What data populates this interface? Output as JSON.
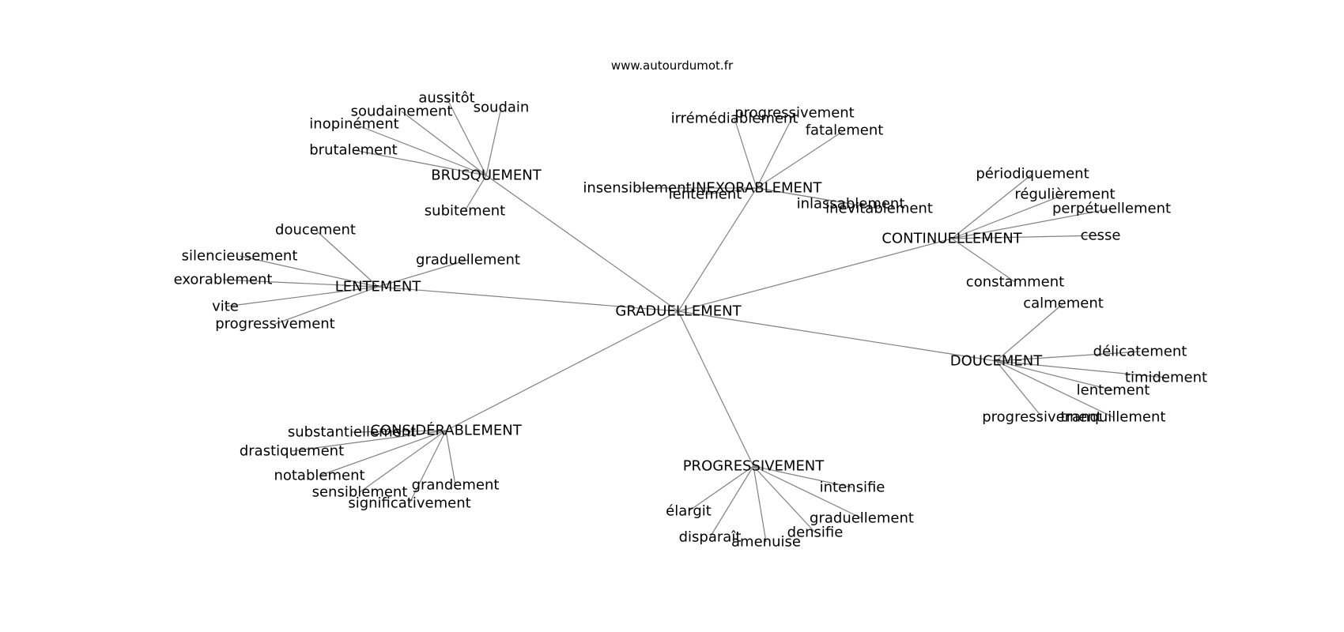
{
  "header": {
    "site": "www.autourdumot.fr"
  },
  "colors": {
    "edge": "#808080",
    "text": "#000000",
    "background": "#ffffff"
  },
  "graph": {
    "center": "GRADUELLEMENT",
    "hubs": [
      {
        "label": "BRUSQUEMENT",
        "leaves": [
          "aussitôt",
          "soudain",
          "soudainement",
          "inopinément",
          "brutalement",
          "subitement"
        ]
      },
      {
        "label": "INEXORABLEMENT",
        "leaves": [
          "progressivement",
          "irrémédiablement",
          "fatalement",
          "insensiblement",
          "lentement",
          "inlassablement",
          "inévitablement"
        ]
      },
      {
        "label": "CONTINUELLEMENT",
        "leaves": [
          "périodiquement",
          "régulièrement",
          "perpétuellement",
          "cesse",
          "constamment"
        ]
      },
      {
        "label": "LENTEMENT",
        "leaves": [
          "doucement",
          "silencieusement",
          "exorablement",
          "graduellement",
          "vite",
          "progressivement"
        ]
      },
      {
        "label": "DOUCEMENT",
        "leaves": [
          "calmement",
          "délicatement",
          "timidement",
          "lentement",
          "progressivement",
          "tranquillement"
        ]
      },
      {
        "label": "CONSIDÉRABLEMENT",
        "leaves": [
          "substantiellement",
          "drastiquement",
          "notablement",
          "sensiblement",
          "grandement",
          "significativement"
        ]
      },
      {
        "label": "PROGRESSIVEMENT",
        "leaves": [
          "intensifie",
          "élargit",
          "graduellement",
          "densifie",
          "disparaît",
          "amenuise"
        ]
      }
    ]
  }
}
